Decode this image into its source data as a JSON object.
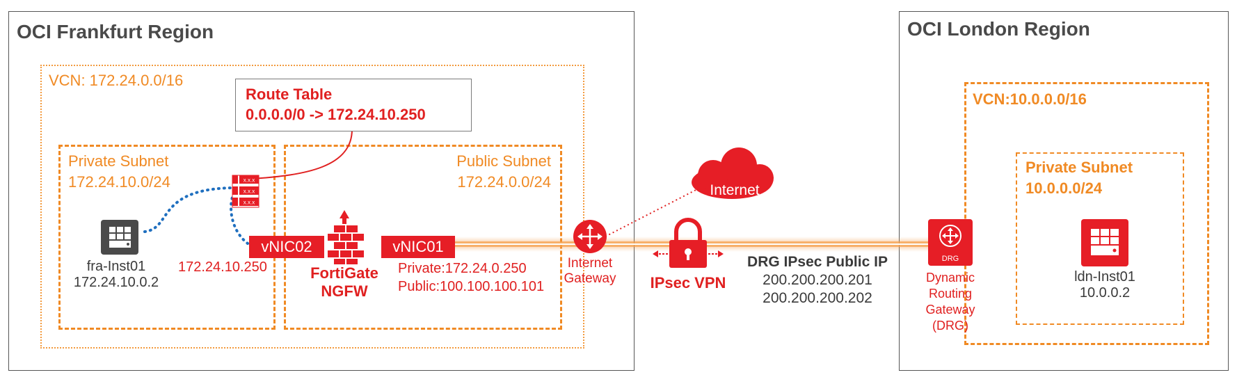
{
  "colors": {
    "oracle_red": "#e61e26",
    "orange": "#f08a24",
    "region_border": "#555555",
    "text_gray": "#3a3a3a"
  },
  "frankfurt": {
    "region_title": "OCI Frankfurt Region",
    "vcn_label": "VCN: 172.24.0.0/16",
    "route_table": {
      "title": "Route Table",
      "rule": "0.0.0.0/0 -> 172.24.10.250"
    },
    "private_subnet": {
      "name": "Private Subnet",
      "cidr": "172.24.10.0/24"
    },
    "public_subnet": {
      "name": "Public Subnet",
      "cidr": "172.24.0.0/24"
    },
    "instance": {
      "name": "fra-Inst01",
      "ip": "172.24.10.0.2"
    },
    "route_icon_rows": [
      "x.x.x",
      "x.x.x",
      "x.x.x"
    ],
    "vnic02": {
      "label": "vNIC02",
      "ip": "172.24.10.250"
    },
    "fortigate": {
      "line1": "FortiGate",
      "line2": "NGFW"
    },
    "vnic01": {
      "label": "vNIC01",
      "private": "Private:172.24.0.250",
      "public": "Public:100.100.100.101"
    },
    "internet_gateway": {
      "line1": "Internet",
      "line2": "Gateway"
    }
  },
  "internet": {
    "label": "Internet"
  },
  "vpn": {
    "label": "IPsec VPN",
    "drg_ip_title": "DRG IPsec Public IP",
    "drg_ip1": "200.200.200.201",
    "drg_ip2": "200.200.200.202"
  },
  "london": {
    "region_title": "OCI London Region",
    "vcn_label": "VCN:10.0.0.0/16",
    "private_subnet": {
      "name": "Private Subnet",
      "cidr": "10.0.0.0/24"
    },
    "drg": {
      "icon_text": "DRG",
      "label_lines": [
        "Dynamic",
        "Routing",
        "Gateway",
        "(DRG)"
      ]
    },
    "instance": {
      "name": "ldn-Inst01",
      "ip": "10.0.0.2"
    }
  },
  "icons": {
    "instance": "server-grid-icon",
    "firewall": "firewall-icon",
    "internet_gateway": "router-icon",
    "cloud": "cloud-icon",
    "vpn": "padlock-icon",
    "drg": "drg-router-icon",
    "route_table": "route-table-icon"
  }
}
